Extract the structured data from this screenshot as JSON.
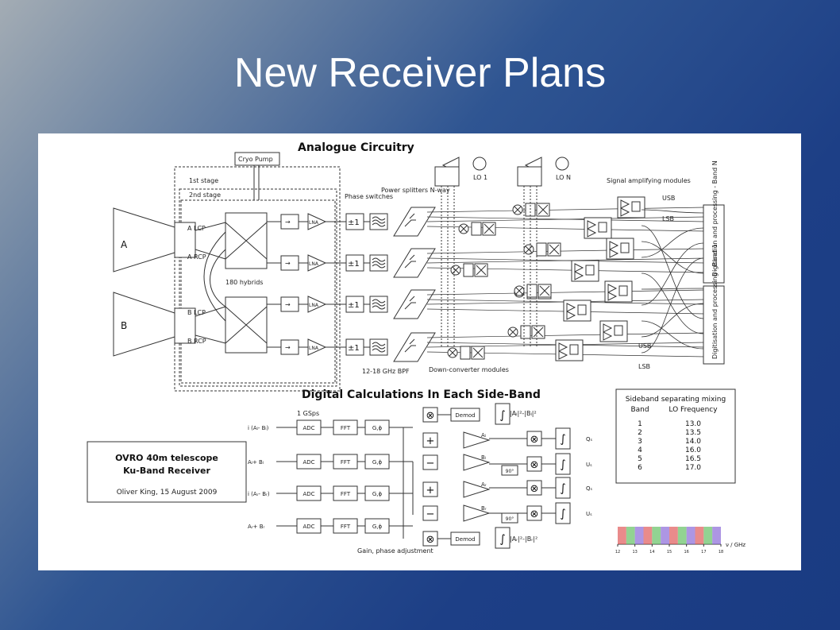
{
  "slide": {
    "title": "New Receiver Plans"
  },
  "analogue": {
    "heading": "Analogue Circuitry",
    "cryo_pump": "Cryo Pump",
    "stage1": "1st stage",
    "stage2": "2nd stage",
    "horn_a": "A",
    "horn_b": "B",
    "a_lcp": "A LCP",
    "a_rcp": "A RCP",
    "b_lcp": "B LCP",
    "b_rcp": "B RCP",
    "hybrids": "180 hybrids",
    "lna": "LNA",
    "phase_switches": "Phase switches",
    "pm1": "±1",
    "power_splitters": "Power splitters N-way",
    "bpf": "12-18 GHz BPF",
    "lo1": "LO 1",
    "lon": "LO N",
    "signal_amp": "Signal amplifying modules",
    "usb": "USB",
    "lsb": "LSB",
    "downconverter": "Down-converter modules",
    "band_n": "Digitisation and processing - Band N",
    "band_1": "Digitisation and processing - Band 1"
  },
  "digital": {
    "heading": "Digital Calculations In Each Side-Band",
    "gsps": "1 GSps",
    "inputs": [
      "i (Aₗ- Bₗ)",
      "Aₗ+ Bₗ",
      "i (Aᵣ- Bᵣ)",
      "Aᵣ+ Bᵣ"
    ],
    "adc": "ADC",
    "fft": "FFT",
    "g_phi": "G,ϕ",
    "demod": "Demod",
    "gain_phase": "Gain, phase adjustment",
    "power_top": "|Aₗ|²-|Bₗ|²",
    "power_bottom": "|Aᵣ|²-|Bᵣ|²",
    "ninety": "90°",
    "labels": [
      "Aₗ",
      "Bₗ",
      "Aᵣ",
      "Bᵣ"
    ],
    "outputs": [
      "Qₛ",
      "Uₛ",
      "Qₛ",
      "Uₛ"
    ]
  },
  "credit": {
    "line1": "OVRO 40m telescope",
    "line2": "Ku-Band Receiver",
    "line3": "Oliver King, 15 August 2009"
  },
  "sideband_table": {
    "title": "Sideband separating mixing",
    "headers": [
      "Band",
      "LO Frequency"
    ],
    "rows": [
      [
        "1",
        "13.0"
      ],
      [
        "2",
        "13.5"
      ],
      [
        "3",
        "14.0"
      ],
      [
        "4",
        "16.0"
      ],
      [
        "5",
        "16.5"
      ],
      [
        "6",
        "17.0"
      ]
    ]
  },
  "freq_axis": {
    "label": "ν / GHz",
    "ticks": [
      "12",
      "13",
      "14",
      "15",
      "16",
      "17",
      "18"
    ],
    "colors": [
      "#e05a5a",
      "#64c064",
      "#8a6ad8",
      "#e05a5a",
      "#64c064",
      "#8a6ad8"
    ]
  }
}
